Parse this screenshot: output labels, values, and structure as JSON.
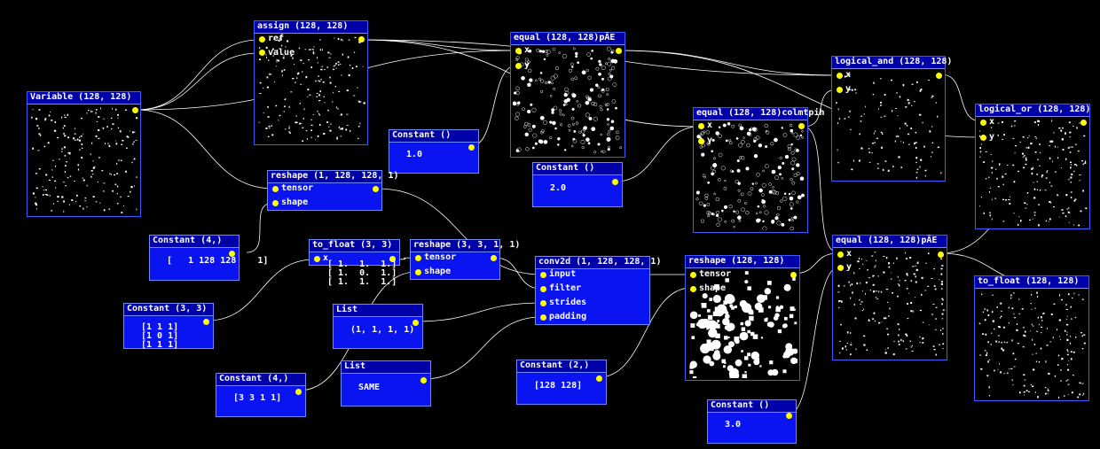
{
  "nodes": {
    "variable": {
      "title": "Variable (128, 128)"
    },
    "assign": {
      "title": "assign (128, 128)",
      "in1": "ref",
      "in2": "value"
    },
    "equal1": {
      "title": "equal (128, 128)pÂE",
      "in1": "x",
      "in2": "y"
    },
    "logical_and": {
      "title": "logical_and (128, 128)",
      "in1": "x",
      "in2": "y"
    },
    "logical_or": {
      "title": "logical_or (128, 128)",
      "in1": "x",
      "in2": "y"
    },
    "constant_1": {
      "title": "Constant ()",
      "value": "1.0"
    },
    "constant_2": {
      "title": "Constant ()",
      "value": "2.0"
    },
    "equal2": {
      "title": "equal (128, 128)colmtpih",
      "in1": "x",
      "in2": "y"
    },
    "reshape1": {
      "title": "reshape (1, 128, 128, 1)",
      "in1": "tensor",
      "in2": "shape"
    },
    "constant_shape4": {
      "title": "Constant (4,)",
      "value": "[   1 128 128    1]"
    },
    "to_float_kernel": {
      "title": "to_float (3, 3)",
      "in1": "x",
      "value": "[ 1.  1.  1.]\n[ 1.  0.  1.]\n[ 1.  1.  1.]"
    },
    "reshape2": {
      "title": "reshape (3, 3, 1, 1)",
      "in1": "tensor",
      "in2": "shape"
    },
    "conv2d": {
      "title": "conv2d (1, 128, 128, 1)",
      "in1": "input",
      "in2": "filter",
      "in3": "strides",
      "in4": "padding"
    },
    "reshape3": {
      "title": "reshape (128, 128)",
      "in1": "tensor",
      "in2": "shape"
    },
    "equal3": {
      "title": "equal (128, 128)pÂE",
      "in1": "x",
      "in2": "y"
    },
    "to_float_out": {
      "title": "to_float (128, 128)"
    },
    "constant_kernel": {
      "title": "Constant (3, 3)",
      "value": "[1 1 1]\n[1 0 1]\n[1 1 1]"
    },
    "list_strides": {
      "title": "List",
      "value": "(1, 1, 1, 1)"
    },
    "list_padding": {
      "title": "List",
      "value": "SAME"
    },
    "constant_shape_k": {
      "title": "Constant (4,)",
      "value": "[3 3 1 1]"
    },
    "constant_shape2": {
      "title": "Constant (2,)",
      "value": "[128 128]"
    },
    "constant_3": {
      "title": "Constant ()",
      "value": "3.0"
    }
  },
  "colors": {
    "node_fill": "#0a14f0",
    "title_bar": "#0000a8",
    "port": "#ffff00",
    "wire": "#ffffff",
    "background": "#000000"
  }
}
